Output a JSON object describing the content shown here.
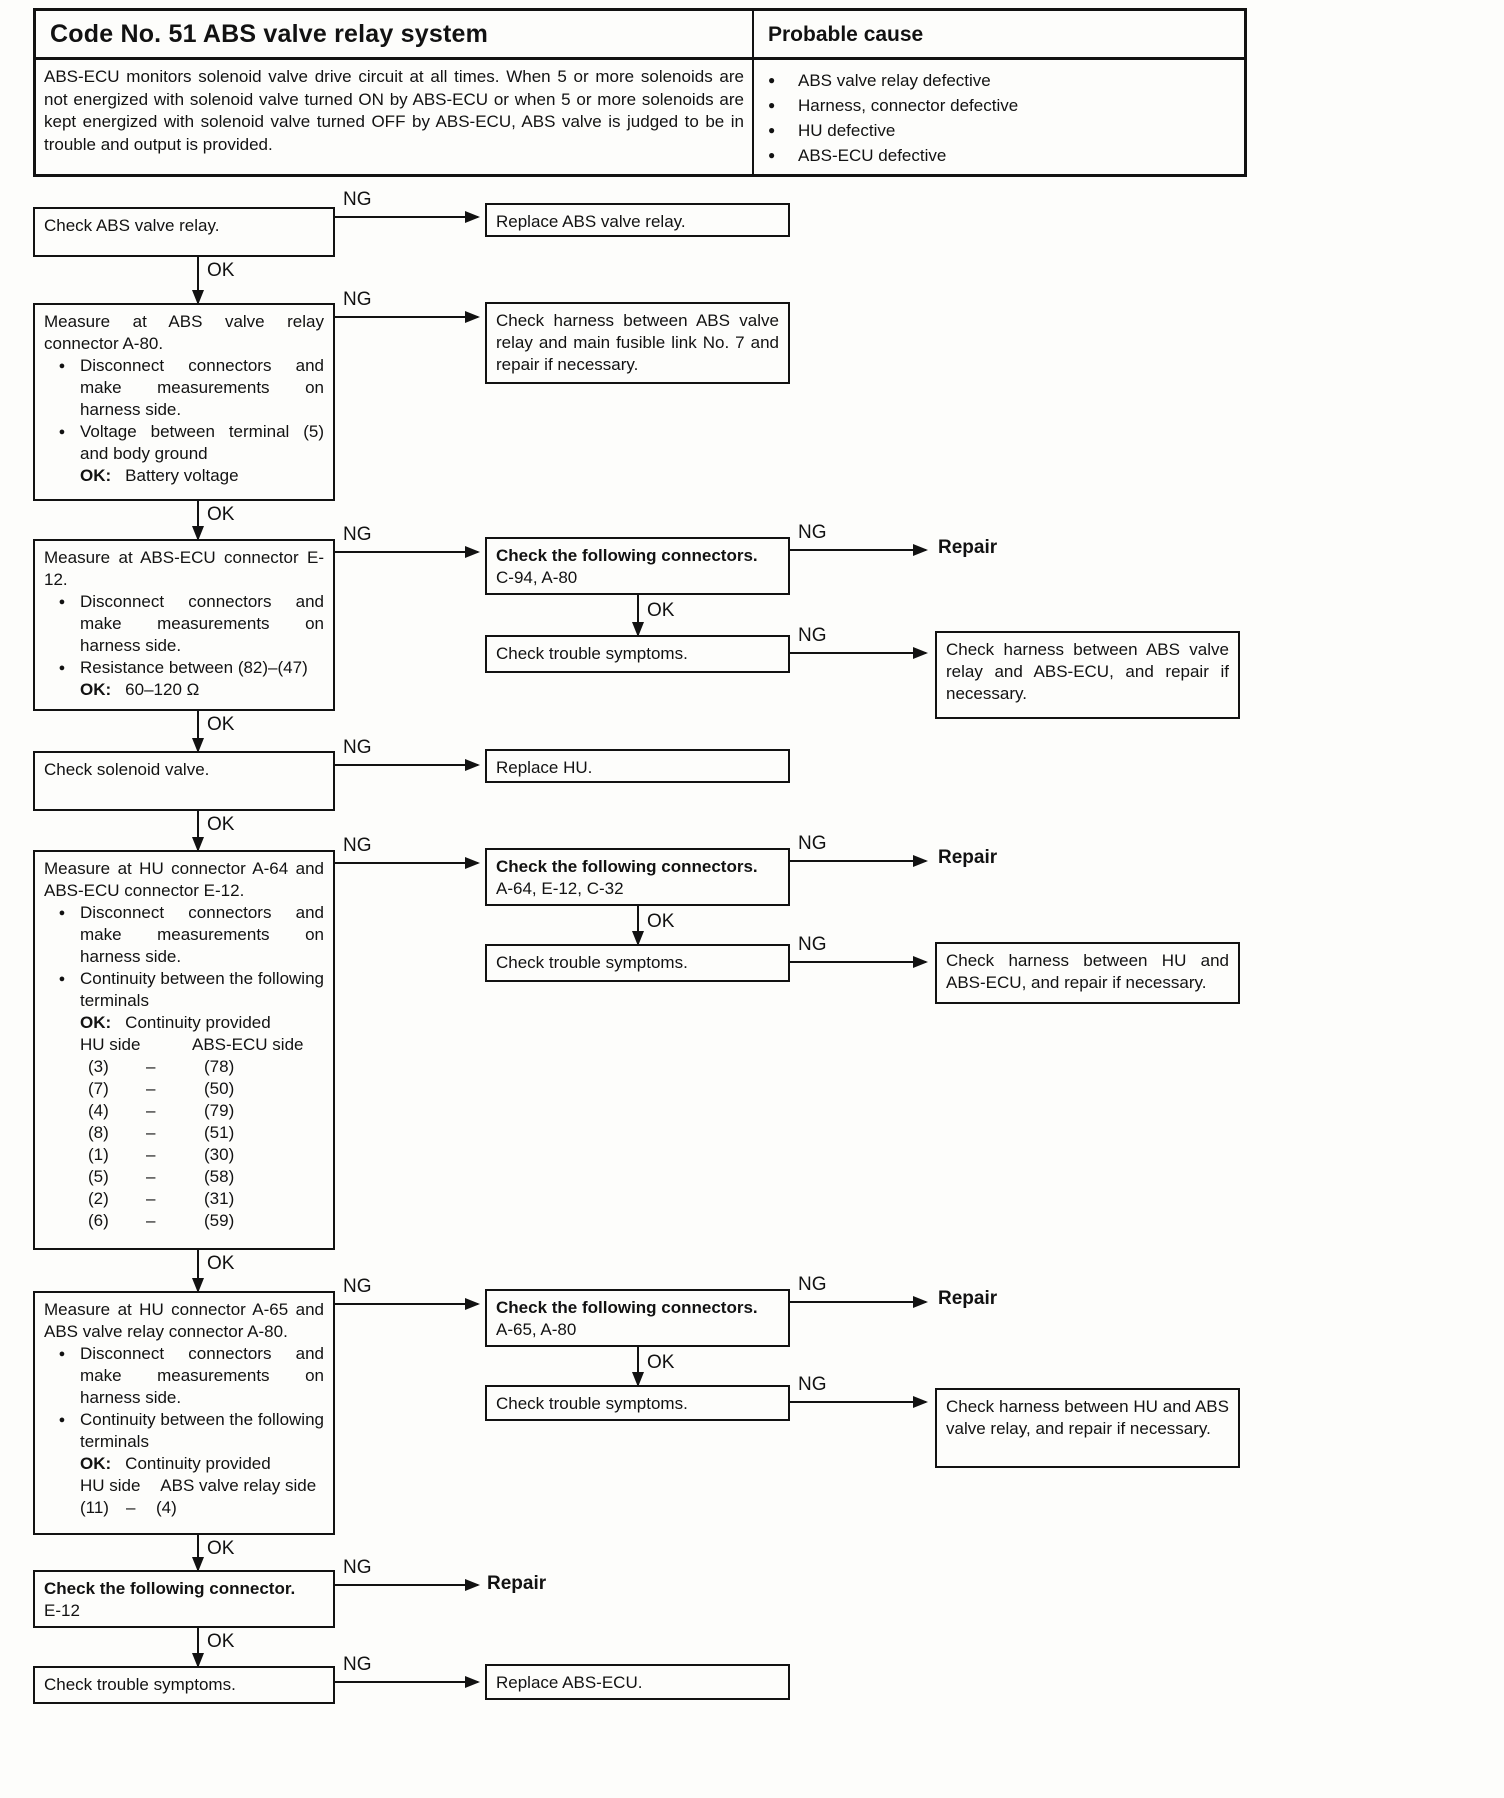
{
  "header": {
    "title": "Code No. 51 ABS valve relay system",
    "probable_cause_title": "Probable cause",
    "description": "ABS-ECU monitors solenoid valve drive circuit at all times. When 5 or more solenoids are not energized with solenoid valve turned ON by ABS-ECU or when 5 or more solenoids are kept energized with solenoid valve turned OFF by ABS-ECU, ABS valve is judged to be in trouble and output is provided.",
    "probable_causes": [
      "ABS valve relay defective",
      "Harness, connector defective",
      "HU defective",
      "ABS-ECU defective"
    ]
  },
  "labels": {
    "ng": "NG",
    "ok": "OK",
    "repair": "Repair",
    "bullet": "●"
  },
  "flow": {
    "check_abs_valve_relay": {
      "text": "Check ABS valve relay."
    },
    "replace_abs_valve_relay": {
      "text": "Replace ABS valve relay."
    },
    "measure_a80": {
      "title": "Measure at ABS valve relay connector A-80.",
      "bullet1": "Disconnect connectors and make measurements on harness side.",
      "bullet2": "Voltage between terminal (5) and body ground",
      "ok_label": "OK:",
      "ok_value": "Battery voltage"
    },
    "check_harness_fusible": {
      "text": "Check harness between ABS valve relay and main fusible link No. 7 and repair if necessary."
    },
    "measure_e12": {
      "title": "Measure at ABS-ECU connector E-12.",
      "bullet1": "Disconnect connectors and make measurements on harness side.",
      "bullet2": "Resistance between (82)–(47)",
      "ok_label": "OK:",
      "ok_value": "60–120 Ω"
    },
    "check_connectors_1": {
      "title": "Check the following connectors.",
      "list": "C-94, A-80"
    },
    "check_trouble_1": {
      "text": "Check trouble symptoms."
    },
    "harness_relay_ecu": {
      "text": "Check harness between ABS valve relay and ABS-ECU, and repair if necessary."
    },
    "check_solenoid": {
      "text": "Check solenoid valve."
    },
    "replace_hu": {
      "text": "Replace HU."
    },
    "measure_a64": {
      "title": "Measure at HU connector A-64 and ABS-ECU connector E-12.",
      "bullet1": "Disconnect connectors and make measurements on harness side.",
      "bullet2": "Continuity between the following terminals",
      "ok_label": "OK:",
      "ok_value": "Continuity provided",
      "col_left": "HU side",
      "col_right": "ABS-ECU side",
      "dash": "–",
      "pairs": [
        [
          "(3)",
          "(78)"
        ],
        [
          "(7)",
          "(50)"
        ],
        [
          "(4)",
          "(79)"
        ],
        [
          "(8)",
          "(51)"
        ],
        [
          "(1)",
          "(30)"
        ],
        [
          "(5)",
          "(58)"
        ],
        [
          "(2)",
          "(31)"
        ],
        [
          "(6)",
          "(59)"
        ]
      ]
    },
    "check_connectors_2": {
      "title": "Check the following connectors.",
      "list": "A-64, E-12, C-32"
    },
    "check_trouble_2": {
      "text": "Check trouble symptoms."
    },
    "harness_hu_ecu": {
      "text": "Check harness between HU and ABS-ECU, and repair if necessary."
    },
    "measure_a65": {
      "title": "Measure at HU connector A-65 and ABS valve relay connector A-80.",
      "bullet1": "Disconnect connectors and make measurements on harness side.",
      "bullet2": "Continuity between the following terminals",
      "ok_label": "OK:",
      "ok_value": "Continuity provided",
      "col_left": "HU side",
      "col_right": "ABS valve relay side",
      "dash": "–",
      "pair_left": "(11)",
      "pair_right": "(4)"
    },
    "check_connectors_3": {
      "title": "Check the following connectors.",
      "list": "A-65, A-80"
    },
    "check_trouble_3": {
      "text": "Check trouble symptoms."
    },
    "harness_hu_relay": {
      "text": "Check harness between HU and ABS valve relay, and repair if necessary."
    },
    "check_connector_e12": {
      "title": "Check the following connector.",
      "list": "E-12"
    },
    "check_trouble_4": {
      "text": "Check trouble symptoms."
    },
    "replace_abs_ecu": {
      "text": "Replace ABS-ECU."
    }
  }
}
